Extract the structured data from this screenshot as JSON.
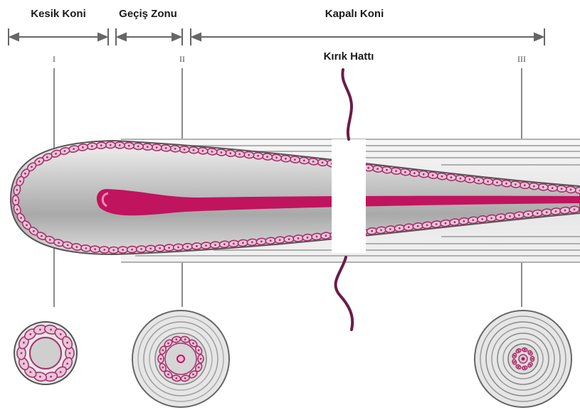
{
  "zones": {
    "kesik_koni": "Kesik Koni",
    "gecis_zonu": "Geçiş Zonu",
    "kapali_koni": "Kapalı Koni"
  },
  "fracture_label": "Kırık Hattı",
  "section_markers": [
    "I",
    "II",
    "III"
  ],
  "colors": {
    "cell": "#a8306a",
    "cell_fill": "#e7c6d9",
    "core": "#c0145e",
    "cone_fill": "#b8b8b8",
    "ring": "#777777"
  }
}
